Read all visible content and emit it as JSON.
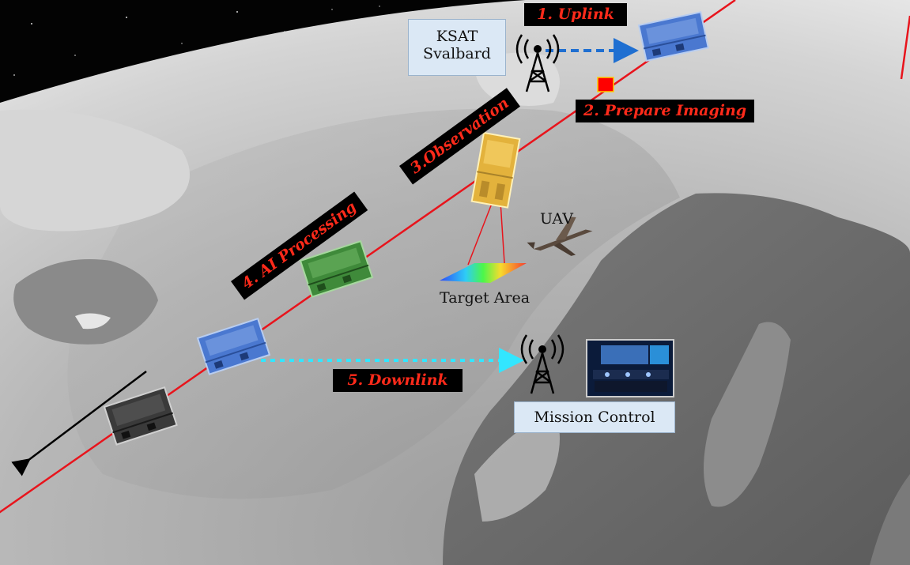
{
  "labels": {
    "station_north_line1": "KSAT",
    "station_north_line2": "Svalbard",
    "mission_control": "Mission Control",
    "uav": "UAV",
    "target_area": "Target Area"
  },
  "steps": {
    "uplink": "1. Uplink",
    "prepare_imaging": "2. Prepare Imaging",
    "observation": "3.Observation",
    "ai_processing": "4. AI Processing",
    "downlink": "5. Downlink"
  },
  "colors": {
    "orbit_line": "#e8141c",
    "step_text": "#ff2a1a",
    "label_box_fill": "#dbe8f5",
    "uplink_arrow": "#1f6fd1",
    "downlink_arrow": "#33e6ff",
    "satellite_blue": "#4a78d0",
    "satellite_green": "#3f8a3a",
    "satellite_gold": "#e3b23c",
    "satellite_dark": "#3a3a3a",
    "marker_red": "#ff0000"
  },
  "icons": {
    "ground_station": "antenna-tower-icon",
    "satellite": "cubesat-icon",
    "uav": "drone-icon",
    "control_room": "control-room-photo"
  }
}
